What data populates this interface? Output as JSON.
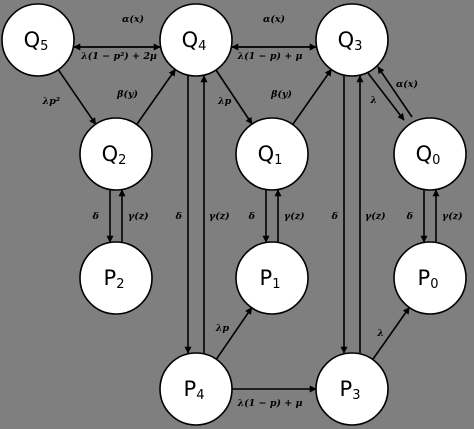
{
  "nodes": [
    {
      "id": "Q5",
      "letter": "Q",
      "sub": "5"
    },
    {
      "id": "Q4",
      "letter": "Q",
      "sub": "4"
    },
    {
      "id": "Q3",
      "letter": "Q",
      "sub": "3"
    },
    {
      "id": "Q2",
      "letter": "Q",
      "sub": "2"
    },
    {
      "id": "Q1",
      "letter": "Q",
      "sub": "1"
    },
    {
      "id": "Q0",
      "letter": "Q",
      "sub": "0"
    },
    {
      "id": "P2",
      "letter": "P",
      "sub": "2"
    },
    {
      "id": "P1",
      "letter": "P",
      "sub": "1"
    },
    {
      "id": "P0",
      "letter": "P",
      "sub": "0"
    },
    {
      "id": "P4",
      "letter": "P",
      "sub": "4"
    },
    {
      "id": "P3",
      "letter": "P",
      "sub": "3"
    }
  ],
  "edges": [
    {
      "id": "q4-q5",
      "from": "Q4",
      "to": "Q5",
      "label": "α(x)"
    },
    {
      "id": "q5-q4",
      "from": "Q5",
      "to": "Q4",
      "label": "λ(1 − p²) + 2μ"
    },
    {
      "id": "q3-q4",
      "from": "Q3",
      "to": "Q4",
      "label": "α(x)"
    },
    {
      "id": "q4-q3",
      "from": "Q4",
      "to": "Q3",
      "label": "λ(1 − p) + μ"
    },
    {
      "id": "q5-q2",
      "from": "Q5",
      "to": "Q2",
      "label": "λp²"
    },
    {
      "id": "q2-q4",
      "from": "Q2",
      "to": "Q4",
      "label": "β(y)"
    },
    {
      "id": "q4-q1",
      "from": "Q4",
      "to": "Q1",
      "label": "λp"
    },
    {
      "id": "q1-q3",
      "from": "Q1",
      "to": "Q3",
      "label": "β(y)"
    },
    {
      "id": "q3-q0",
      "from": "Q3",
      "to": "Q0",
      "label": "λ"
    },
    {
      "id": "q0-q3",
      "from": "Q0",
      "to": "Q3",
      "label": "α(x)"
    },
    {
      "id": "q2-p2",
      "from": "Q2",
      "to": "P2",
      "label": "δ"
    },
    {
      "id": "p2-q2",
      "from": "P2",
      "to": "Q2",
      "label": "γ(z)"
    },
    {
      "id": "q1-p1",
      "from": "Q1",
      "to": "P1",
      "label": "δ"
    },
    {
      "id": "p1-q1",
      "from": "P1",
      "to": "Q1",
      "label": "γ(z)"
    },
    {
      "id": "q0-p0",
      "from": "Q0",
      "to": "P0",
      "label": "δ"
    },
    {
      "id": "p0-q0",
      "from": "P0",
      "to": "Q0",
      "label": "γ(z)"
    },
    {
      "id": "q4-p4",
      "from": "Q4",
      "to": "P4",
      "label": "δ"
    },
    {
      "id": "p4-q4",
      "from": "P4",
      "to": "Q4",
      "label": "γ(z)"
    },
    {
      "id": "q3-p3",
      "from": "Q3",
      "to": "P3",
      "label": "δ"
    },
    {
      "id": "p3-q3",
      "from": "P3",
      "to": "Q3",
      "label": "γ(z)"
    },
    {
      "id": "p4-p1",
      "from": "P4",
      "to": "P1",
      "label": "λp"
    },
    {
      "id": "p4-p3",
      "from": "P4",
      "to": "P3",
      "label": "λ(1 − p) + μ"
    },
    {
      "id": "p3-p0",
      "from": "P3",
      "to": "P0",
      "label": "λ"
    }
  ]
}
